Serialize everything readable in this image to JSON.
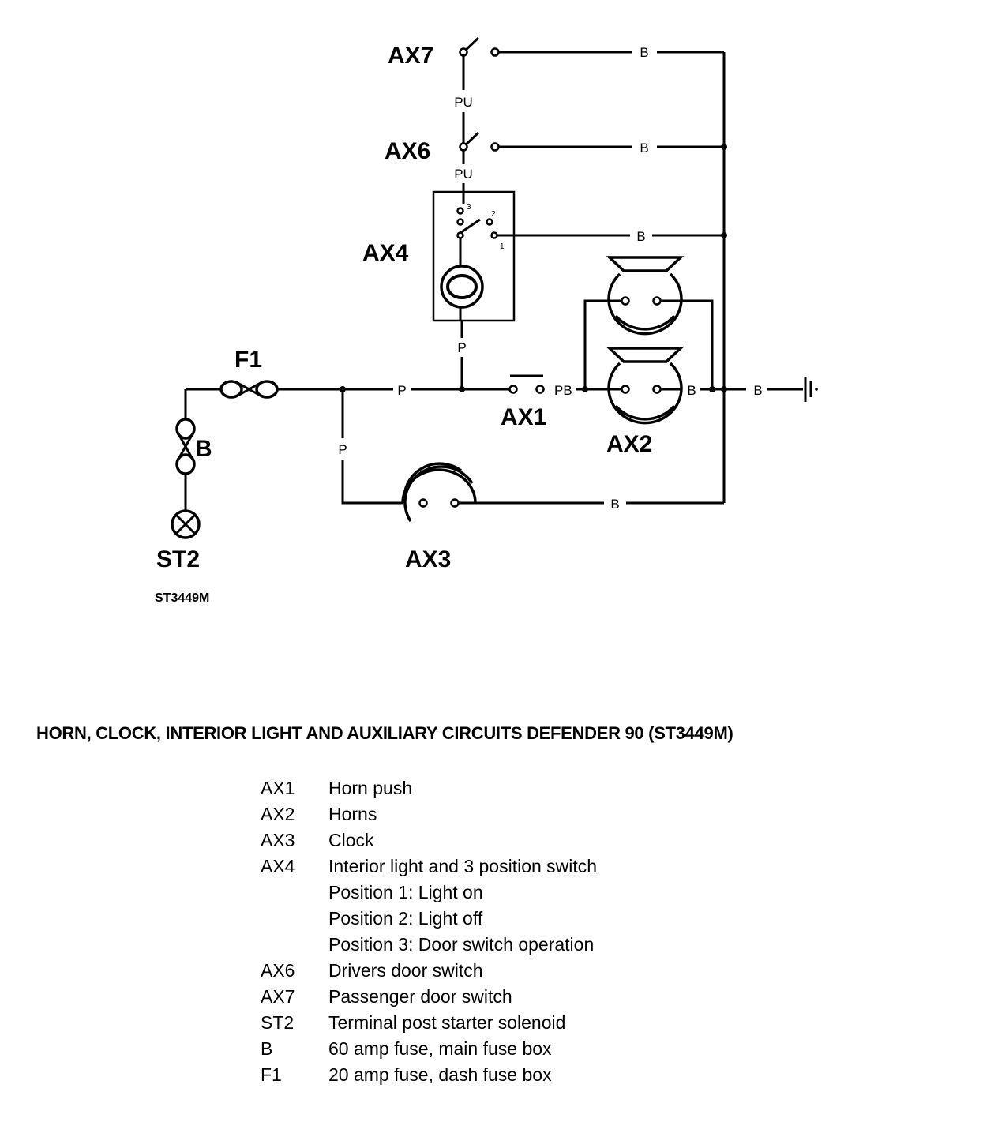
{
  "diagram": {
    "component_labels": {
      "ax7": "AX7",
      "ax6": "AX6",
      "ax4": "AX4",
      "ax1": "AX1",
      "ax2": "AX2",
      "ax3": "AX3",
      "f1": "F1",
      "fuse_b": "B",
      "st2": "ST2"
    },
    "wire_labels": {
      "b": "B",
      "pu": "PU",
      "p": "P",
      "pb": "PB"
    },
    "switch_positions": [
      "1",
      "2",
      "3"
    ],
    "figure_ref": "ST3449M"
  },
  "caption": "HORN, CLOCK, INTERIOR LIGHT AND AUXILIARY CIRCUITS DEFENDER 90 (ST3449M)",
  "legend": [
    {
      "code": "AX1",
      "desc": "Horn push"
    },
    {
      "code": "AX2",
      "desc": "Horns"
    },
    {
      "code": "AX3",
      "desc": "Clock"
    },
    {
      "code": "AX4",
      "desc": "Interior light and 3 position switch"
    },
    {
      "code": "",
      "desc": "Position 1: Light on"
    },
    {
      "code": "",
      "desc": "Position 2: Light off"
    },
    {
      "code": "",
      "desc": "Position 3: Door switch operation"
    },
    {
      "code": "AX6",
      "desc": "Drivers door switch"
    },
    {
      "code": "AX7",
      "desc": "Passenger door switch"
    },
    {
      "code": "ST2",
      "desc": "Terminal post starter solenoid"
    },
    {
      "code": "B",
      "desc": "60 amp fuse, main fuse box"
    },
    {
      "code": "F1",
      "desc": "20 amp fuse, dash fuse box"
    }
  ]
}
